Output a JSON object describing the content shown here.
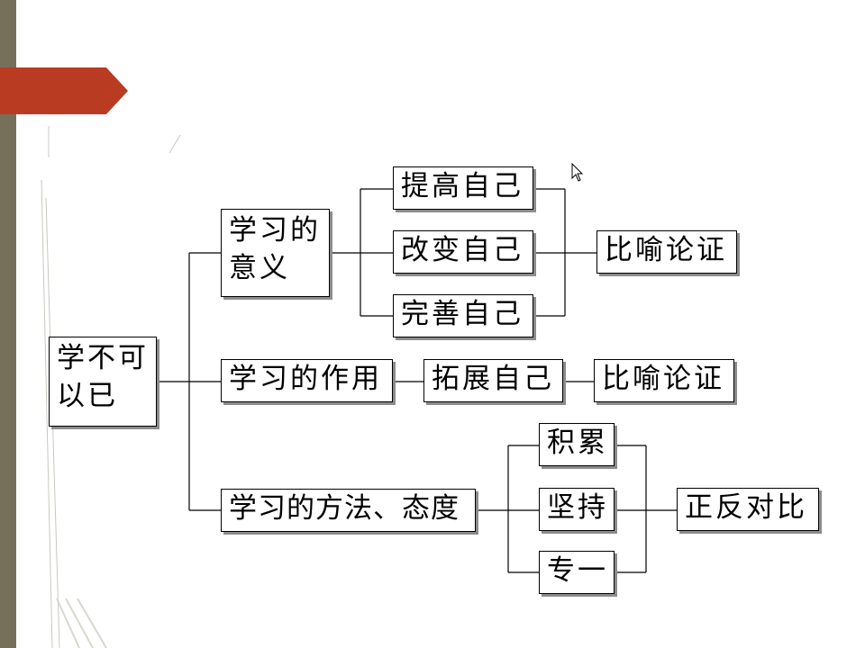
{
  "root": {
    "line1": "学不可",
    "line2": "以已"
  },
  "branch_meaning": {
    "line1": "学习的",
    "line2": "意义",
    "items": [
      "提高自己",
      "改变自己",
      "完善自己"
    ],
    "method": "比喻论证"
  },
  "branch_effect": {
    "label": "学习的作用",
    "item": "拓展自己",
    "method": "比喻论证"
  },
  "branch_way": {
    "label": "学习的方法、态度",
    "items": [
      "积累",
      "坚持",
      "专一"
    ],
    "method": "正反对比"
  },
  "colors": {
    "sidebar": "#76705b",
    "accent": "#b83b22",
    "box_border": "#000000",
    "box_shadow": "#8c8c8c"
  },
  "icons": [
    "mouse-pointer-icon"
  ]
}
